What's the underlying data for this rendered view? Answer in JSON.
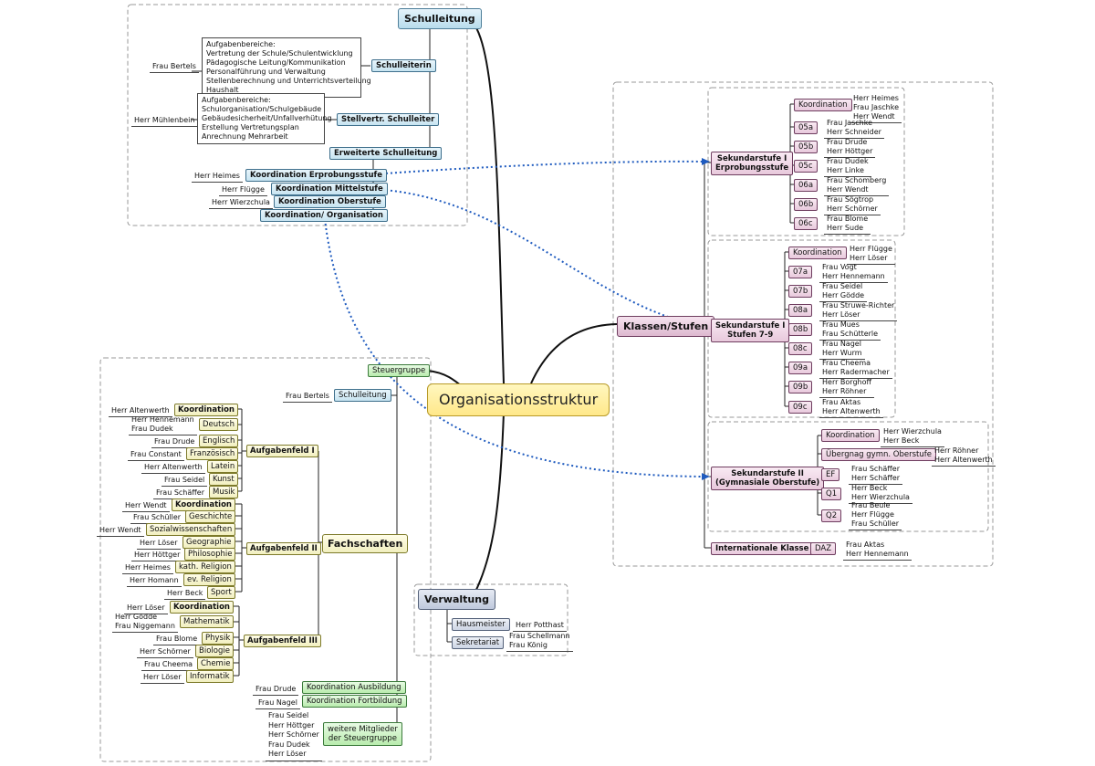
{
  "root": "Organisationsstruktur",
  "schulleitung": {
    "title": "Schulleitung",
    "schulleiterin": {
      "label": "Schulleiterin",
      "person": "Frau Bertels",
      "aufgaben": "Aufgabenbereiche:\nVertretung der Schule/Schulentwicklung\nPädagogische Leitung/Kommunikation\nPersonalführung und Verwaltung\nStellenberechnung und Unterrichtsverteilung\nHaushalt"
    },
    "stellvertreter": {
      "label": "Stellvertr. Schulleiter",
      "person": "Herr Mühlenbein",
      "aufgaben": "Aufgabenbereiche:\nSchulorganisation/Schulgebäude\nGebäudesicherheit/Unfallverhütung\nErstellung Vertretungsplan\nAnrechnung Mehrarbeit"
    },
    "erweiterte": "Erweiterte Schulleitung",
    "koordination": [
      {
        "label": "Koordination Erprobungsstufe",
        "person": "Herr Heimes"
      },
      {
        "label": "Koordination Mittelstufe",
        "person": "Herr Flügge"
      },
      {
        "label": "Koordination Oberstufe",
        "person": "Herr Wierzchula"
      },
      {
        "label": "Koordination/ Organisation",
        "person": ""
      }
    ]
  },
  "klassen": {
    "title": "Klassen/Stufen",
    "erprobung": {
      "label": "Sekundarstufe I\nErprobungsstufe",
      "koordination": {
        "label": "Koordination",
        "persons": "Herr Heimes\nFrau Jaschke\nHerr Wendt"
      },
      "klassen": [
        {
          "label": "05a",
          "persons": "Frau Jaschke\nHerr Schneider"
        },
        {
          "label": "05b",
          "persons": "Frau Drude\nHerr Höttger"
        },
        {
          "label": "05c",
          "persons": "Frau Dudek\nHerr Linke"
        },
        {
          "label": "06a",
          "persons": "Frau Schomberg\nHerr Wendt"
        },
        {
          "label": "06b",
          "persons": "Frau Sögtrop\nHerr Schörner"
        },
        {
          "label": "06c",
          "persons": "Frau Blome\nHerr Sude"
        }
      ]
    },
    "mittel": {
      "label": "Sekundarstufe I\nStufen 7-9",
      "koordination": {
        "label": "Koordination",
        "persons": "Herr Flügge\nHerr Löser"
      },
      "klassen": [
        {
          "label": "07a",
          "persons": "Frau Vogt\nHerr Hennemann"
        },
        {
          "label": "07b",
          "persons": "Frau Seidel\nHerr Gödde"
        },
        {
          "label": "08a",
          "persons": "Frau Struwe-Richter\nHerr Löser"
        },
        {
          "label": "08b",
          "persons": "Frau Mues\nFrau Schütterle"
        },
        {
          "label": "08c",
          "persons": "Frau Nagel\nHerr Wurm"
        },
        {
          "label": "09a",
          "persons": "Frau Cheema\nHerr Radermacher"
        },
        {
          "label": "09b",
          "persons": "Herr Borghoff\nHerr Röhner"
        },
        {
          "label": "09c",
          "persons": "Frau Aktas\nHerr Altenwerth"
        }
      ]
    },
    "ober": {
      "label": "Sekundarstufe II\n(Gymnasiale Oberstufe)",
      "koordination": {
        "label": "Koordination",
        "persons": "Herr Wierzchula\nHerr Beck"
      },
      "uebergang": {
        "label": "Übergnag gymn. Oberstufe",
        "persons": "Herr Röhner\nHerr Altenwerth"
      },
      "stufen": [
        {
          "label": "EF",
          "persons": "Frau Schäffer\nHerr Schäffer"
        },
        {
          "label": "Q1",
          "persons": "Herr Beck\nHerr Wierzchula"
        },
        {
          "label": "Q2",
          "persons": "Frau Beule\nHerr Flügge\nFrau Schüller"
        }
      ]
    },
    "international": {
      "label": "Internationale Klasse",
      "daz": "DAZ",
      "persons": "Frau Aktas\nHerr Hennemann"
    }
  },
  "steuergruppe": {
    "title": "Steuergruppe",
    "schulleitung": {
      "label": "Schulleitung",
      "person": "Frau Bertels"
    },
    "fachschaften": "Fachschaften",
    "af1": {
      "label": "Aufgabenfeld I",
      "items": [
        {
          "label": "Koordination",
          "person": "Herr Altenwerth",
          "bold": true
        },
        {
          "label": "Deutsch",
          "person": "Herr Hennemann\nFrau Dudek"
        },
        {
          "label": "Englisch",
          "person": "Frau Drude"
        },
        {
          "label": "Französisch",
          "person": "Frau Constant"
        },
        {
          "label": "Latein",
          "person": "Herr Altenwerth"
        },
        {
          "label": "Kunst",
          "person": "Frau Seidel"
        },
        {
          "label": "Musik",
          "person": "Frau Schäffer"
        }
      ]
    },
    "af2": {
      "label": "Aufgabenfeld II",
      "items": [
        {
          "label": "Koordination",
          "person": "Herr Wendt",
          "bold": true
        },
        {
          "label": "Geschichte",
          "person": "Frau Schüller"
        },
        {
          "label": "Sozialwissenschaften",
          "person": "Herr Wendt"
        },
        {
          "label": "Geographie",
          "person": "Herr Löser"
        },
        {
          "label": "Philosophie",
          "person": "Herr Höttger"
        },
        {
          "label": "kath. Religion",
          "person": "Herr Heimes"
        },
        {
          "label": "ev. Religion",
          "person": "Herr Homann"
        },
        {
          "label": "Sport",
          "person": "Herr Beck"
        }
      ]
    },
    "af3": {
      "label": "Aufgabenfeld III",
      "items": [
        {
          "label": "Koordination",
          "person": "Herr Löser",
          "bold": true
        },
        {
          "label": "Mathematik",
          "person": "Herr Gödde\nFrau Niggemann"
        },
        {
          "label": "Physik",
          "person": "Frau Blome"
        },
        {
          "label": "Biologie",
          "person": "Herr Schörner"
        },
        {
          "label": "Chemie",
          "person": "Frau Cheema"
        },
        {
          "label": "Informatik",
          "person": "Herr Löser"
        }
      ]
    },
    "ausbildung": {
      "label": "Koordination Ausbildung",
      "person": "Frau Drude"
    },
    "fortbildung": {
      "label": "Koordination Fortbildung",
      "person": "Frau Nagel"
    },
    "weitere": {
      "label": "weitere Mitglieder\nder Steuergruppe",
      "persons": "Frau Seidel\nHerr Höttger\nHerr Schörner\nFrau Dudek\nHerr Löser"
    }
  },
  "verwaltung": {
    "title": "Verwaltung",
    "hausmeister": {
      "label": "Hausmeister",
      "persons": "Herr Potthast"
    },
    "sekretariat": {
      "label": "Sekretariat",
      "persons": "Frau Schellmann\nFrau König"
    }
  }
}
